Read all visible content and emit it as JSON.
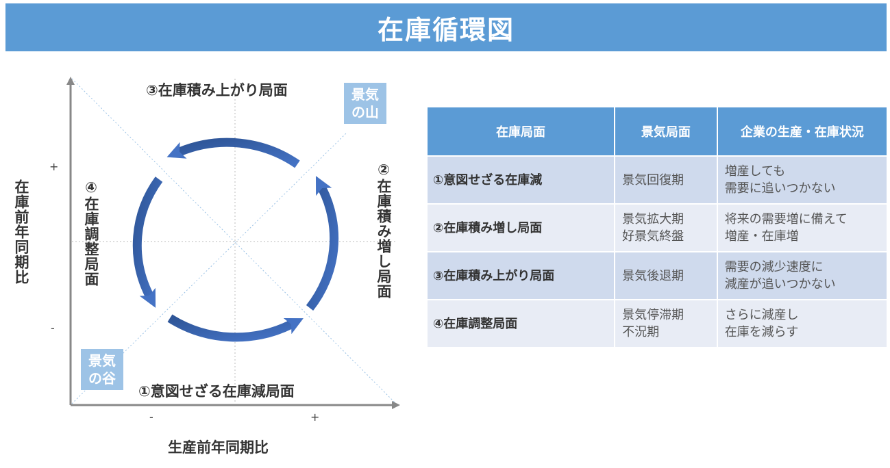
{
  "title": "在庫循環図",
  "diagram": {
    "phase3_label": "③在庫積み上がり局面",
    "phase2_label": "②在庫積み増し局面",
    "phase4_label": "④在庫調整局面",
    "phase1_label": "①意図せざる在庫減局面",
    "peak_tag": "景気の山",
    "trough_tag": "景気の谷",
    "y_axis_label": "在庫前年同期比",
    "x_axis_label": "生産前年同期比",
    "y_plus": "+",
    "y_minus": "-",
    "x_minus": "-",
    "x_plus": "+",
    "arrow_color_dark": "#2e5597",
    "arrow_color_light": "#4472c4"
  },
  "table": {
    "headers": [
      "在庫局面",
      "景気局面",
      "企業の生産・在庫状況"
    ],
    "rows": [
      {
        "phase": "①意図せざる在庫減",
        "economy": [
          "景気回復期"
        ],
        "status": [
          "増産しても",
          "需要に追いつかない"
        ]
      },
      {
        "phase": "②在庫積み増し局面",
        "economy": [
          "景気拡大期",
          "好景気終盤"
        ],
        "status": [
          "将来の需要増に備えて",
          "増産・在庫増"
        ]
      },
      {
        "phase": "③在庫積み上がり局面",
        "economy": [
          "景気後退期"
        ],
        "status": [
          "需要の減少速度に",
          "減産が追いつかない"
        ]
      },
      {
        "phase": "④在庫調整局面",
        "economy": [
          "景気停滞期",
          "不況期"
        ],
        "status": [
          "さらに減産し",
          "在庫を減らす"
        ]
      }
    ]
  }
}
